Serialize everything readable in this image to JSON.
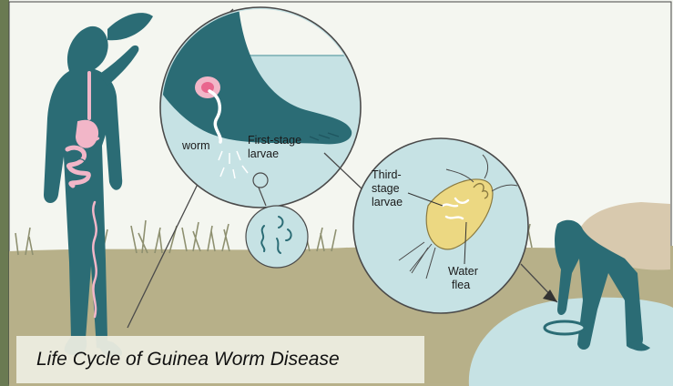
{
  "caption": "Life Cycle of Guinea Worm Disease",
  "labels": {
    "worm": "worm",
    "first_stage_line1": "First-stage",
    "first_stage_line2": "larvae",
    "third_stage_line1": "Third-",
    "third_stage_line2": "stage",
    "third_stage_line3": "larvae",
    "water_flea_line1": "Water",
    "water_flea_line2": "flea"
  },
  "colors": {
    "figure_teal": "#2b6c75",
    "water": "#c6e2e4",
    "ground": "#b7b089",
    "sky": "#f4f6f0",
    "grass": "#8e9070",
    "worm_pink": "#f2b6c8",
    "flea_yellow": "#ecd882",
    "cloth": "#d8c9ae",
    "left_edge_photo": "#6a7a52"
  }
}
